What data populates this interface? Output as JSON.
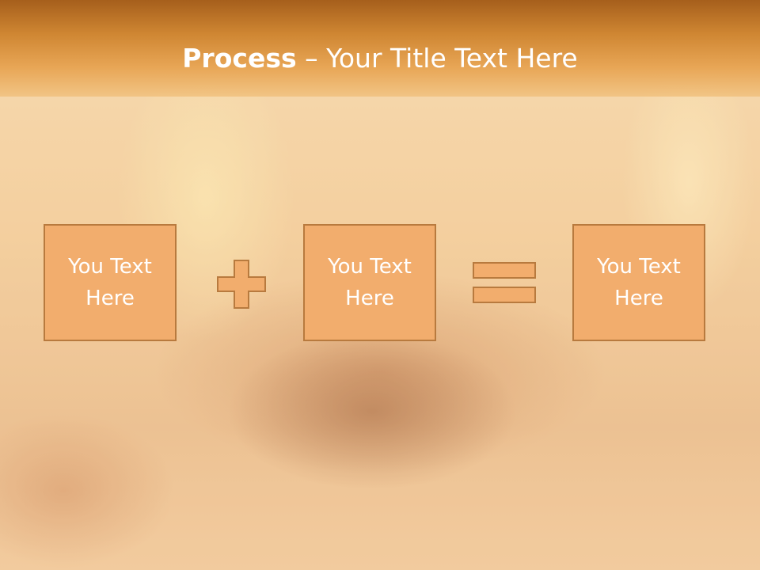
{
  "slide": {
    "title_bold": "Process",
    "title_rest": " – Your Title Text Here"
  },
  "process": {
    "boxes": [
      {
        "text": "You Text\nHere"
      },
      {
        "text": "You Text\nHere"
      },
      {
        "text": "You Text\nHere"
      }
    ],
    "operators": [
      "plus-icon",
      "equals-icon"
    ]
  },
  "colors": {
    "banner": "#cf8632",
    "box_fill": "#f2ad6d",
    "box_border": "#b87a3e",
    "text": "#ffffff"
  }
}
